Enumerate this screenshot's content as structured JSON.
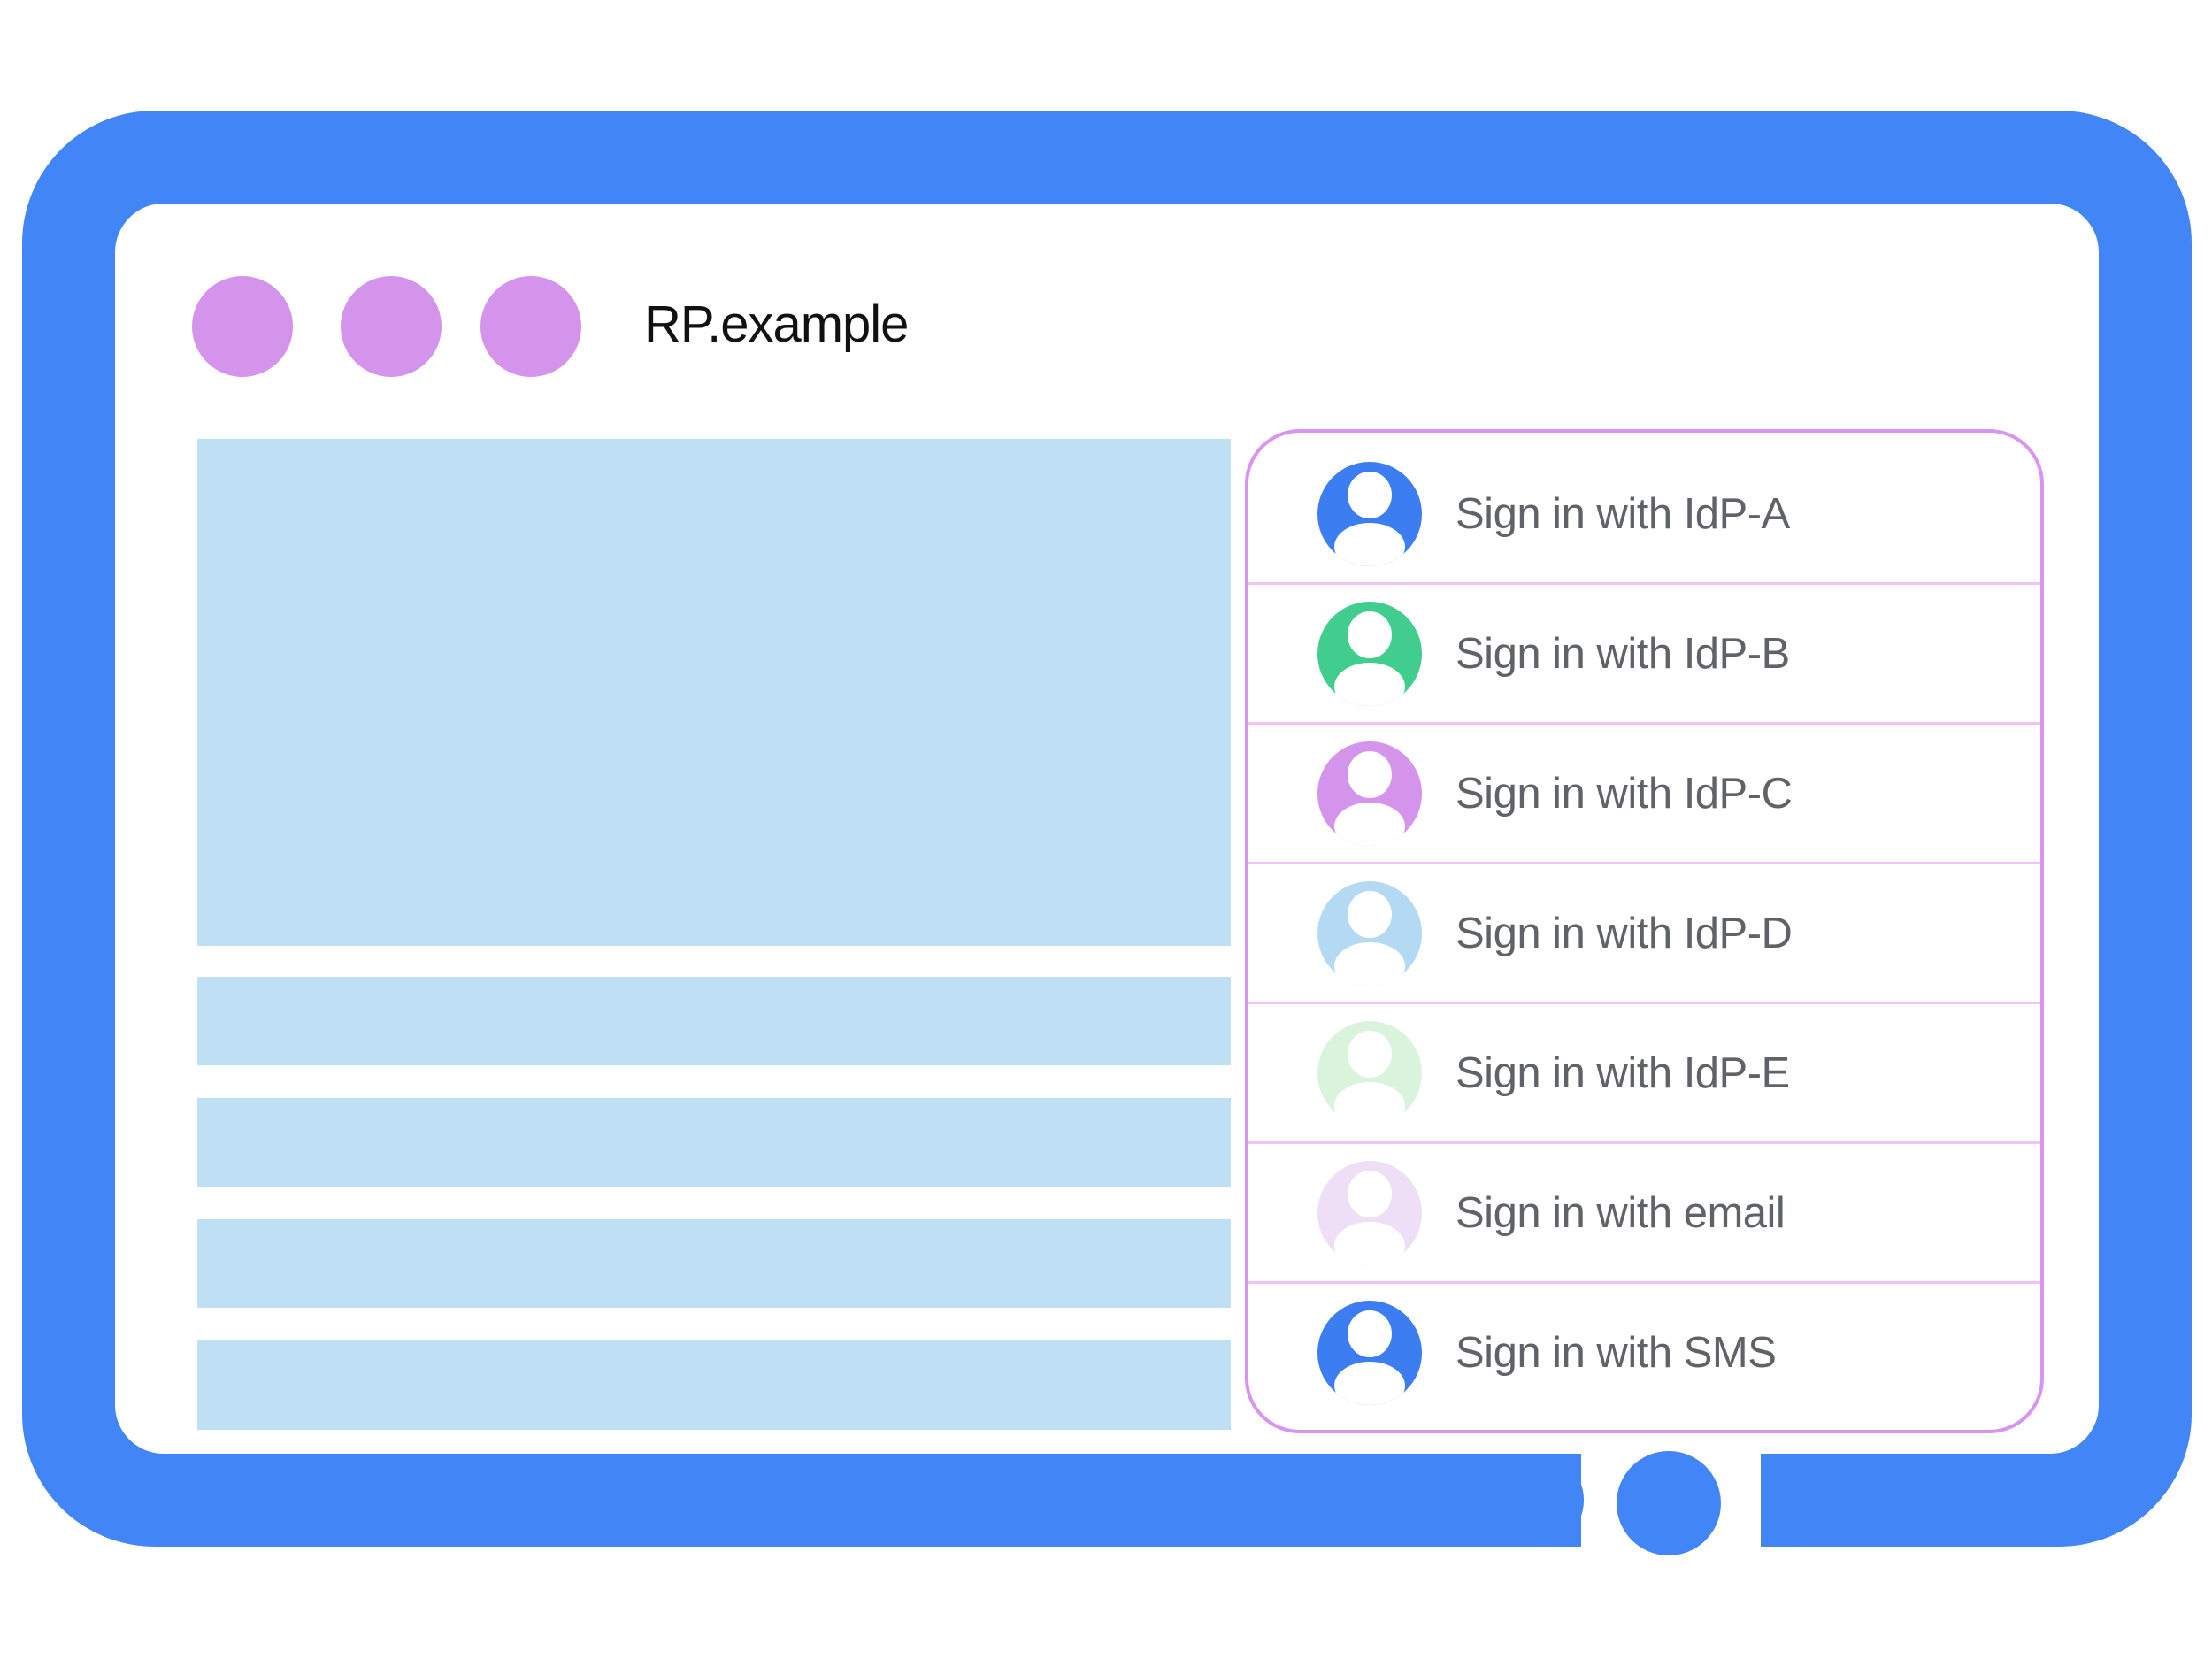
{
  "title": "RP.example",
  "icons": {
    "window_dot": "circle",
    "person": "person-silhouette",
    "home_button": "circle"
  },
  "colors": {
    "frame_blue": "#4285F7",
    "home_button": "#4285F7",
    "screen_bg": "#FFFFFF",
    "panel_bg": "#FFFFFF",
    "content_block": "#BFE0F4",
    "window_dot": "#D494EC",
    "panel_border": "#D794F2",
    "panel_divider": "#F0C2F7",
    "label_text": "#5F6368",
    "title_text": "#111111"
  },
  "signin_panel": {
    "items": [
      {
        "id": "idp-a",
        "label": "Sign in with IdP-A",
        "avatar_color": "#3C7DF2"
      },
      {
        "id": "idp-b",
        "label": "Sign in with IdP-B",
        "avatar_color": "#40CD8E"
      },
      {
        "id": "idp-c",
        "label": "Sign in with IdP-C",
        "avatar_color": "#D494EC"
      },
      {
        "id": "idp-d",
        "label": "Sign in with IdP-D",
        "avatar_color": "#B3D9F3"
      },
      {
        "id": "idp-e",
        "label": "Sign in with IdP-E",
        "avatar_color": "#D9F3DD"
      },
      {
        "id": "email",
        "label": "Sign in with email",
        "avatar_color": "#EFDFF6"
      },
      {
        "id": "sms",
        "label": "Sign in with SMS",
        "avatar_color": "#3C7DF2"
      }
    ]
  }
}
